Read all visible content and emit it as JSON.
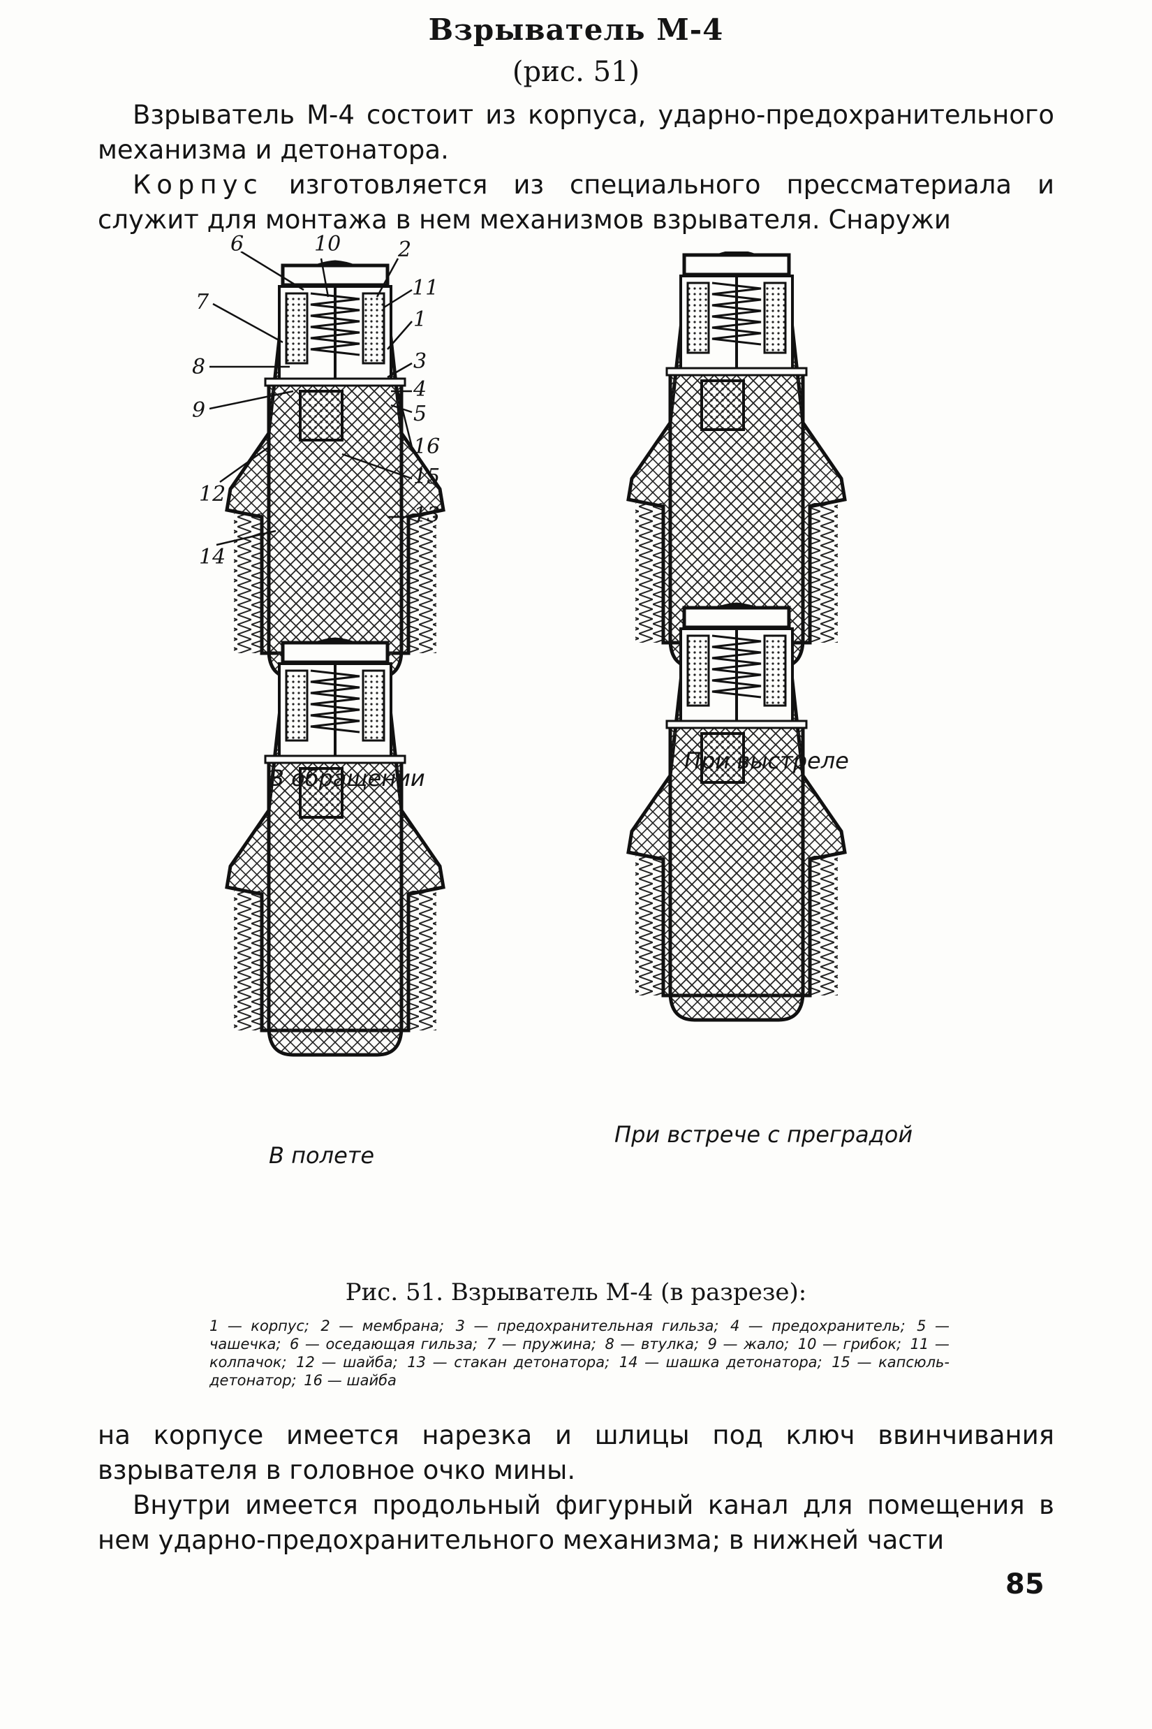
{
  "header": {
    "title": "Взрыватель М-4",
    "subtitle": "(рис. 51)"
  },
  "paragraphs": {
    "p1": "Взрыватель М-4 состоит из корпуса, ударно-предохранительного механизма и детонатора.",
    "p2_lead": "Корпус",
    "p2_rest": " изготовляется из специального прессматериала и служит для монтажа в нем механизмов взрывателя. Снаружи",
    "p3": "на корпусе имеется нарезка и шлицы под ключ ввинчивания взрывателя в головное очко мины.",
    "p4": "Внутри имеется продольный фигурный канал для помещения в нем ударно-предохранительного механизма; в нижней части"
  },
  "figure": {
    "views": [
      {
        "caption": "В обращении"
      },
      {
        "caption": "При выстреле"
      },
      {
        "caption": "В полете"
      },
      {
        "caption": "При встрече с преградой"
      }
    ],
    "callouts": [
      "6",
      "10",
      "2",
      "11",
      "7",
      "1",
      "3",
      "8",
      "4",
      "9",
      "5",
      "16",
      "12",
      "15",
      "13",
      "14"
    ],
    "caption": "Рис. 51. Взрыватель М-4 (в разрезе):",
    "legend": [
      "1 — корпус;",
      "2 — мембрана;",
      "3 — предохранительная гильза;",
      "4 — предохранитель;",
      "5 — чашечка;",
      "6 — оседающая гильза;",
      "7 — пружина;",
      "8 — втулка;",
      "9 — жало;",
      "10 — грибок;",
      "11 — колпачок;",
      "12 — шайба;",
      "13 — стакан детонатора;",
      "14 — шашка детонатора;",
      "15 — капсюль-детонатор;",
      "16 — шайба"
    ]
  },
  "footer": {
    "page_number": "85"
  }
}
